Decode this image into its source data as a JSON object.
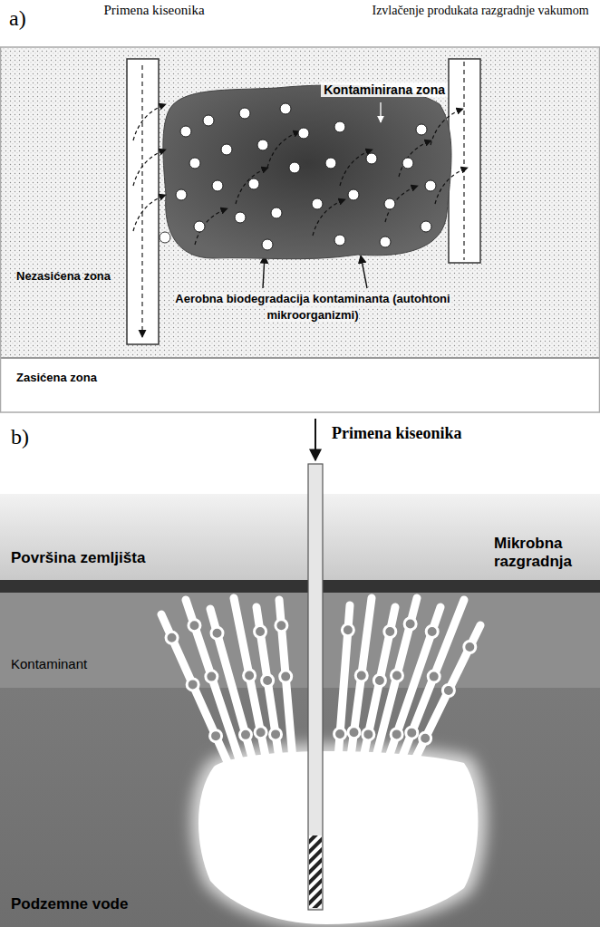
{
  "diagram": {
    "nodes": [
      {
        "text": [
          "Nezasićena zona"
        ]
      },
      {
        "text": [
          "Kontaminirana zona"
        ],
        "in": 0
      },
      {
        "text": [
          "Zasićena zona"
        ]
      }
    ],
    "labels": [
      "a)",
      "Primena kiseonika",
      "Izvlačenje produkata razgradnje vakumom",
      "Aerobna biodegradacija kontaminanta (autohtoni mikroorganizmi)",
      "b)",
      "Primena kiseonika",
      "Površina zemljišta",
      "Mikrobna razgradnja",
      "Kontaminant",
      "Podzemne vode"
    ]
  }
}
